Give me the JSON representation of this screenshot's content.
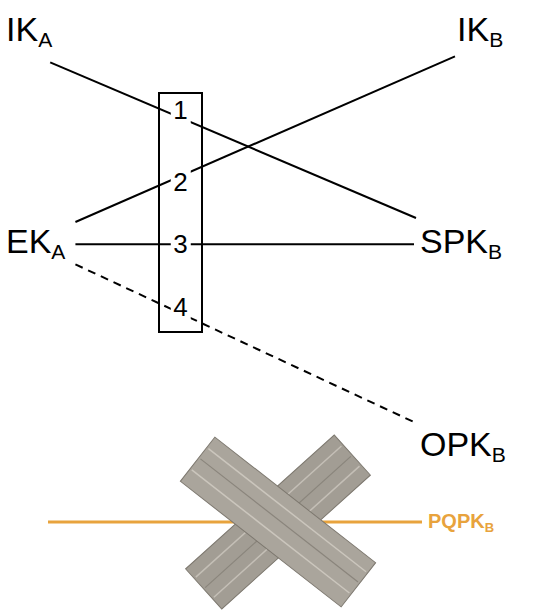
{
  "diagram": {
    "nodes": [
      {
        "text": [
          "IKA"
        ]
      },
      {
        "text": [
          "IKB"
        ]
      },
      {
        "text": [
          "1",
          "2",
          "3",
          "4"
        ]
      },
      {
        "text": [
          "EKA"
        ]
      },
      {
        "text": [
          "SPKB"
        ]
      },
      {
        "text": [
          "OPKB"
        ]
      }
    ],
    "edges": [
      {
        "from": 0,
        "to": 4,
        "arrow": "none"
      },
      {
        "from": 3,
        "to": 1,
        "arrow": "none"
      },
      {
        "from": 3,
        "to": 4,
        "arrow": "none"
      },
      {
        "from": 3,
        "to": 5,
        "arrow": "none"
      }
    ],
    "labels": [
      "PQPKB"
    ]
  }
}
